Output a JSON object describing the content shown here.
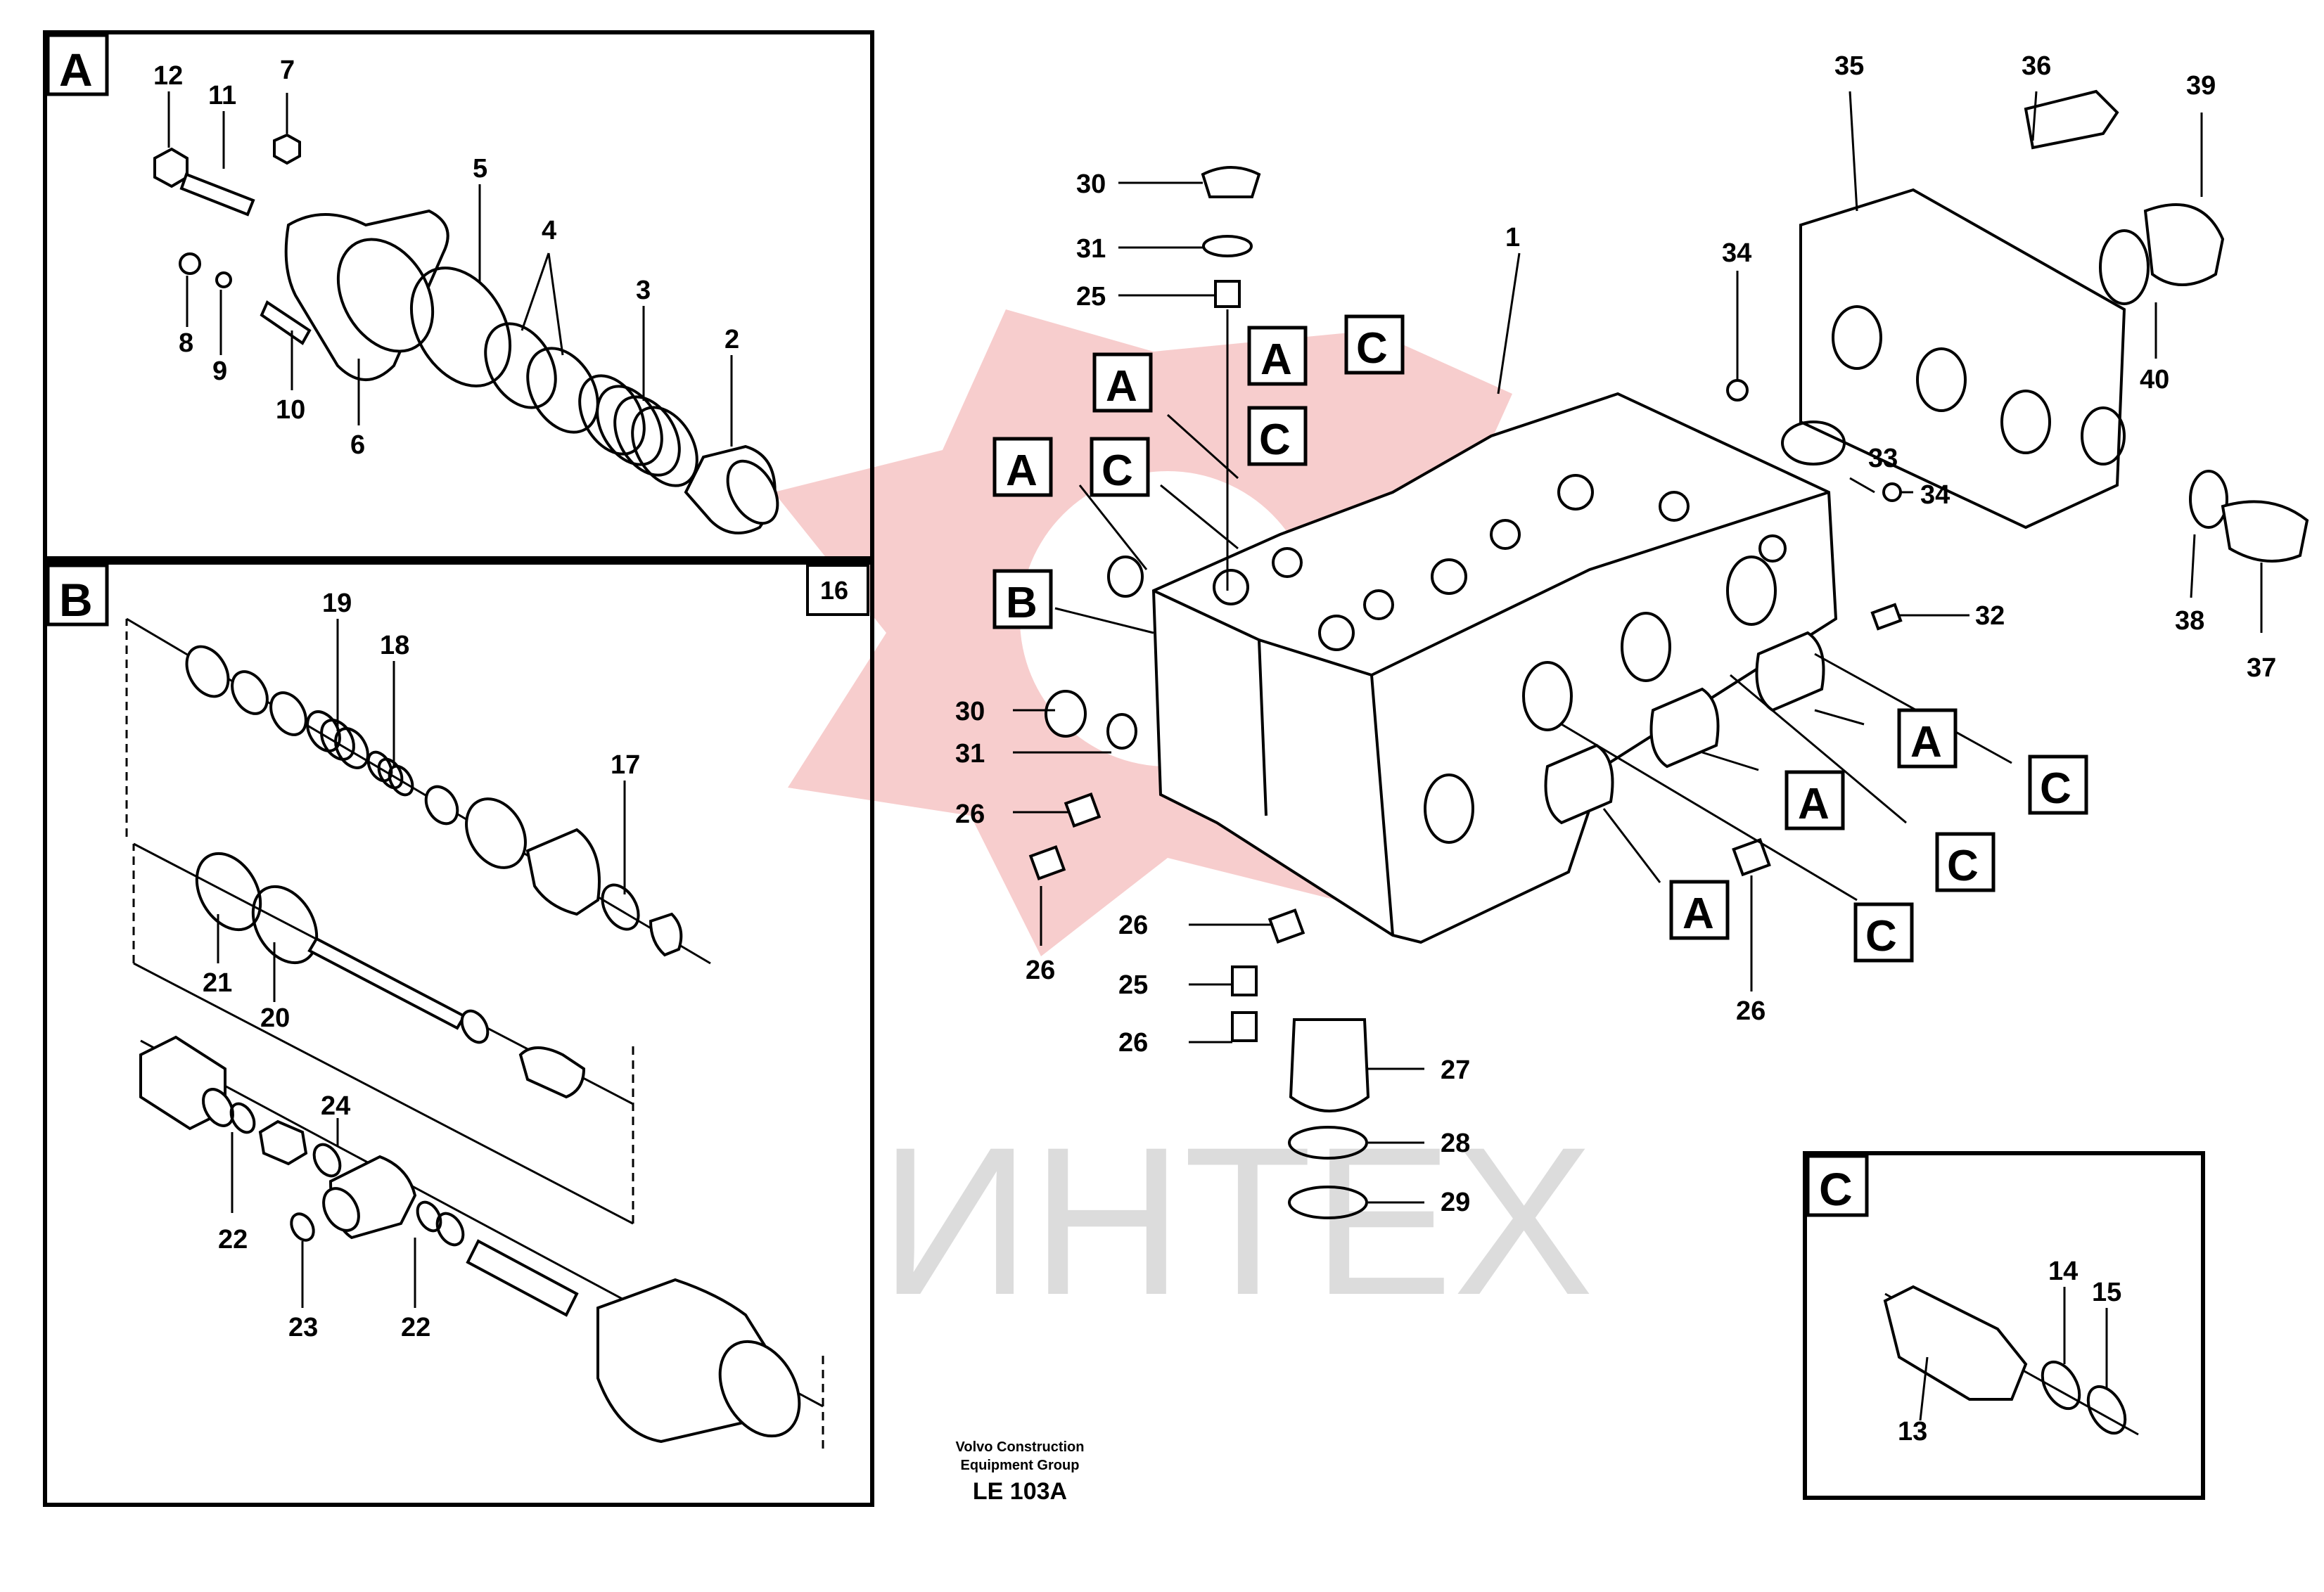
{
  "watermark": {
    "text": "ИНТЕХ",
    "color": "#f2a9a9"
  },
  "panels": {
    "A": {
      "tag": "A",
      "callouts": [
        "12",
        "11",
        "7",
        "5",
        "4",
        "3",
        "2",
        "8",
        "9",
        "10",
        "6"
      ]
    },
    "B": {
      "tag": "B",
      "page_ref": "16",
      "callouts": [
        "19",
        "18",
        "17",
        "21",
        "20",
        "24",
        "22",
        "23",
        "22"
      ]
    },
    "C": {
      "tag": "C",
      "callouts": [
        "14",
        "15",
        "13"
      ]
    }
  },
  "main": {
    "callouts": [
      "30",
      "31",
      "25",
      "1",
      "35",
      "36",
      "39",
      "34",
      "40",
      "33",
      "34",
      "38",
      "37",
      "32",
      "30",
      "31",
      "26",
      "26",
      "26",
      "25",
      "26",
      "26",
      "27",
      "28",
      "29"
    ],
    "section_tags": [
      "A",
      "C",
      "A",
      "C",
      "A",
      "C",
      "B",
      "A",
      "A",
      "A",
      "C",
      "C",
      "C"
    ]
  },
  "footer": {
    "line1": "Volvo Construction",
    "line2": "Equipment Group",
    "code": "LE 103A"
  }
}
